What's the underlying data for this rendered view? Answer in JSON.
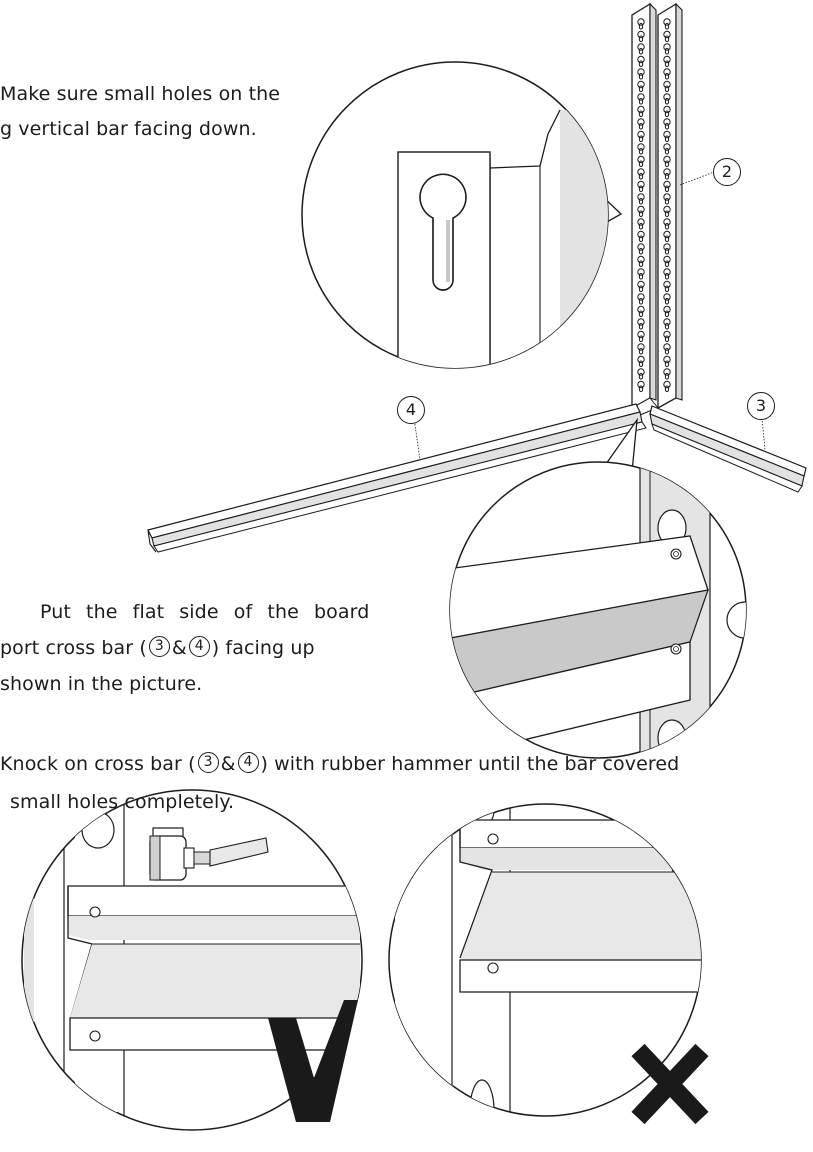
{
  "step_notes": {
    "note1_line1": "Make sure small holes on the",
    "note1_line2": "g vertical bar facing down.",
    "note2_line1": "Put the flat side of the board",
    "note2_line2_a": "port cross bar (",
    "note2_line2_b": ") facing up",
    "note2_line3": "shown in the picture.",
    "note3_line1_a": "Knock on cross bar (",
    "note3_line1_b": ") with rubber hammer until the bar covered",
    "note3_line2": "small holes completely.",
    "ampersand": "&"
  },
  "part_numbers": {
    "vertical_bar": "2",
    "cross_bar_right": "3",
    "cross_bar_left": "4"
  },
  "icons": {
    "correct": "check-mark-icon",
    "incorrect": "cross-mark-icon"
  },
  "colors": {
    "line": "#1c1c1c",
    "light_gray": "#e6e6e6",
    "mid_gray": "#cfcfcf",
    "dark_gray": "#b3b3b3"
  }
}
